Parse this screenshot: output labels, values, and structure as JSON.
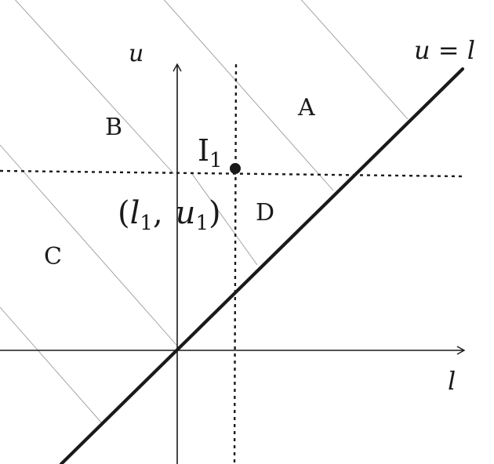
{
  "axes": {
    "x_label": "l",
    "y_label": "u"
  },
  "diagonal_label": "u = l",
  "point": {
    "name": "I",
    "subscript": "1",
    "coord_open": "(",
    "coord_l": "l",
    "coord_l_sub": "1",
    "coord_sep": ",",
    "coord_u": "u",
    "coord_u_sub": "1",
    "coord_close": ")"
  },
  "regions": {
    "a": "A",
    "b": "B",
    "c": "C",
    "d": "D"
  },
  "colors": {
    "ink": "#1a1a1a",
    "hatch": "#9a9a9a"
  }
}
